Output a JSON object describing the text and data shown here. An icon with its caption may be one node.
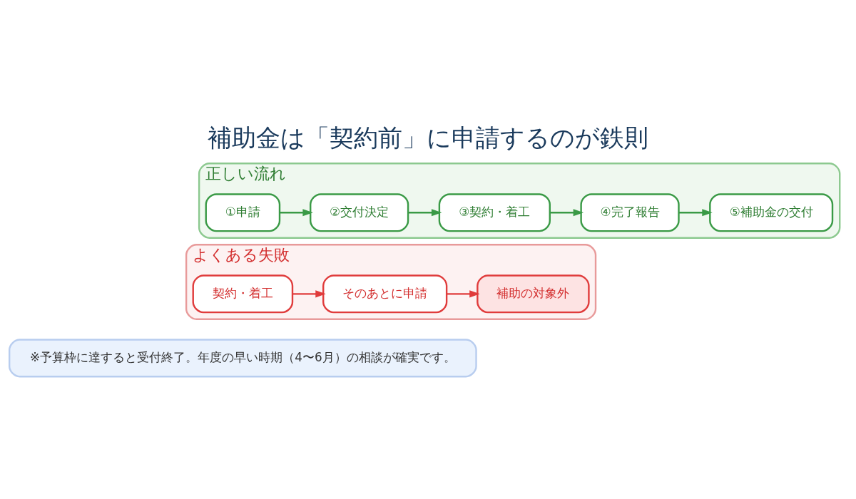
{
  "diagram": {
    "title": "補助金は「契約前」に申請するのが鉄則",
    "nodes": [
      {
        "text": [
          "正しい流れ"
        ]
      },
      {
        "text": [
          "①申請"
        ],
        "in": 0
      },
      {
        "text": [
          "②交付決定"
        ],
        "in": 0
      },
      {
        "text": [
          "③契約・着工"
        ],
        "in": 0
      },
      {
        "text": [
          "④完了報告"
        ],
        "in": 0
      },
      {
        "text": [
          "⑤補助金の交付"
        ],
        "in": 0
      },
      {
        "text": [
          "よくある失敗"
        ]
      },
      {
        "text": [
          "契約・着工"
        ],
        "in": 6
      },
      {
        "text": [
          "そのあとに申請"
        ],
        "in": 6
      },
      {
        "text": [
          "補助の対象外"
        ],
        "in": 6
      },
      {
        "text": [
          "※予算枠に達すると受付終了。年度の早い時期（4〜6月）の相談が確実です。"
        ]
      }
    ],
    "edges": [
      {
        "from": 1,
        "to": 2,
        "arrow": "to"
      },
      {
        "from": 2,
        "to": 3,
        "arrow": "to"
      },
      {
        "from": 3,
        "to": 4,
        "arrow": "to"
      },
      {
        "from": 4,
        "to": 5,
        "arrow": "to"
      },
      {
        "from": 7,
        "to": 8,
        "arrow": "to",
        "color": "#e03c3c"
      },
      {
        "from": 8,
        "to": 9,
        "arrow": "to",
        "color": "#e03c3c"
      }
    ]
  }
}
